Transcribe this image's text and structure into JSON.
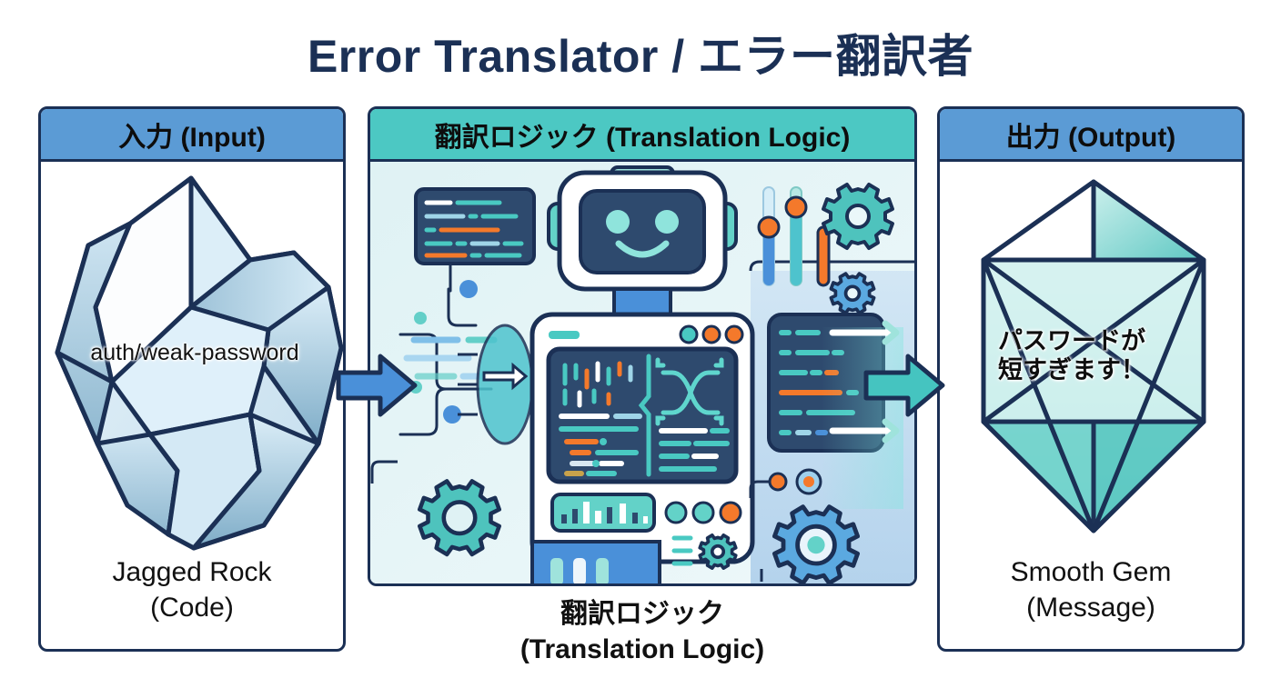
{
  "title": "Error Translator / エラー翻訳者",
  "colors": {
    "title_navy": "#1b3055",
    "header_blue": "#5b9bd5",
    "header_teal": "#4cc8c3",
    "arrow_blue": "#4a90d9",
    "arrow_teal": "#45c4c0",
    "outline_navy": "#1b3055",
    "accent_orange": "#f4792b",
    "screen_navy": "#2e4a6e",
    "panel_bg_mint": "#ddf2f3"
  },
  "panels": {
    "input": {
      "header": "入力 (Input)",
      "shape_label": "auth/weak-password",
      "caption_line1": "Jagged Rock",
      "caption_line2": "(Code)"
    },
    "logic": {
      "header": "翻訳ロジック (Translation Logic)",
      "caption_line1": "翻訳ロジック",
      "caption_line2": "(Translation Logic)"
    },
    "output": {
      "header": "出力 (Output)",
      "shape_label_line1": "パスワードが",
      "shape_label_line2": "短すぎます！",
      "caption_line1": "Smooth Gem",
      "caption_line2": "(Message)"
    }
  },
  "arrows": {
    "input_to_logic": "blue-right-arrow",
    "logic_to_output": "teal-right-arrow"
  },
  "icons": {
    "rock": "jagged-rock-icon",
    "gem": "smooth-gem-icon",
    "robot": "robot-icon",
    "gear_large_teal": "gear-icon",
    "gear_large_blue": "gear-icon",
    "sliders": "sliders-icon",
    "code_panel": "code-panel-icon",
    "shuffle": "shuffle-icon",
    "bar_chart": "bar-chart-icon"
  }
}
